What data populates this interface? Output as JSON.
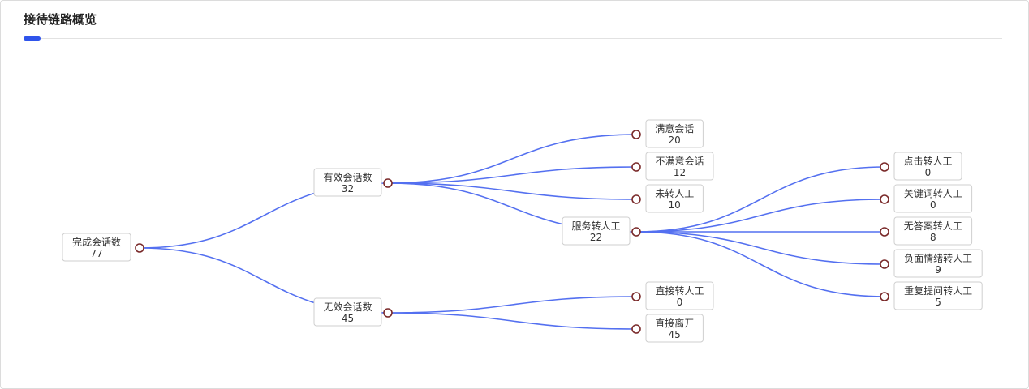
{
  "title": "接待链路概览",
  "accent_color": "#2f54eb",
  "link_color": "#5470f0",
  "dot_color": "#7a2a2a",
  "tree": {
    "label": "完成会话数",
    "value": "77",
    "children": [
      {
        "label": "有效会话数",
        "value": "32",
        "children": [
          {
            "label": "满意会话",
            "value": "20"
          },
          {
            "label": "不满意会话",
            "value": "12"
          },
          {
            "label": "未转人工",
            "value": "10"
          },
          {
            "label": "服务转人工",
            "value": "22",
            "children": [
              {
                "label": "点击转人工",
                "value": "0"
              },
              {
                "label": "关键词转人工",
                "value": "0"
              },
              {
                "label": "无答案转人工",
                "value": "8"
              },
              {
                "label": "负面情绪转人工",
                "value": "9"
              },
              {
                "label": "重复提问转人工",
                "value": "5"
              }
            ]
          }
        ]
      },
      {
        "label": "无效会话数",
        "value": "45",
        "children": [
          {
            "label": "直接转人工",
            "value": "0"
          },
          {
            "label": "直接离开",
            "value": "45"
          }
        ]
      }
    ]
  }
}
